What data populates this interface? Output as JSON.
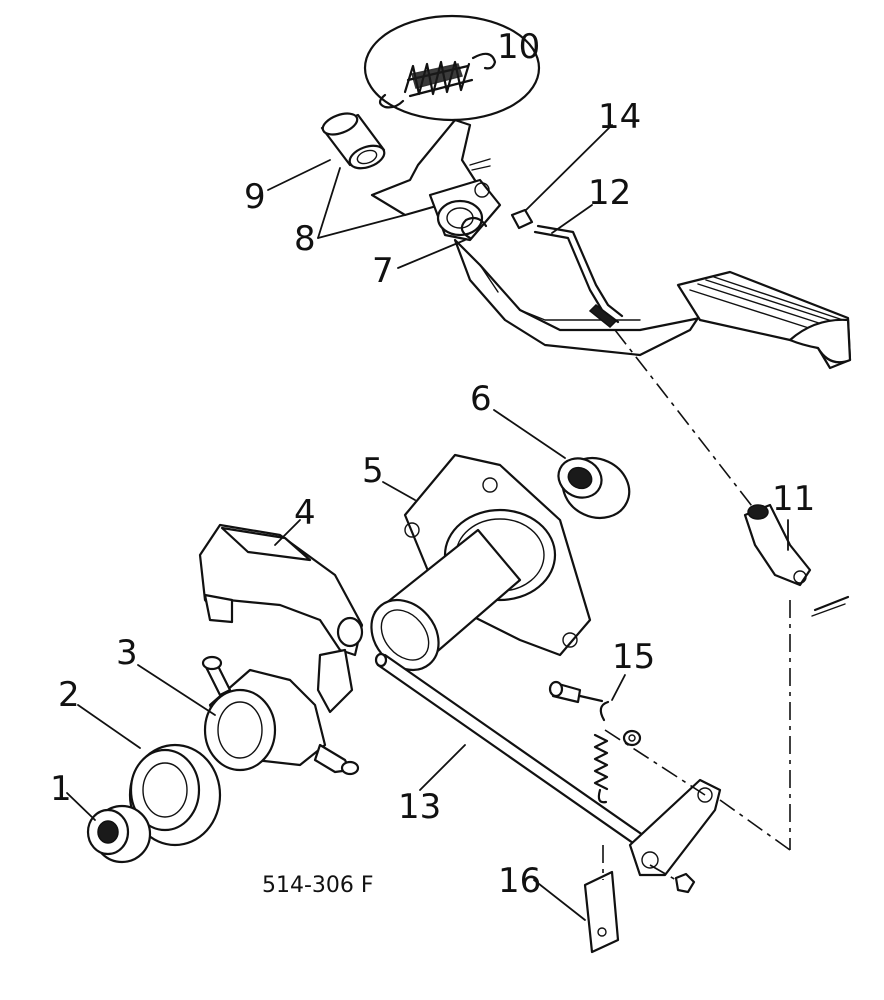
{
  "drawing_code": "514-306 F",
  "callouts": [
    {
      "id": "c1",
      "label": "1"
    },
    {
      "id": "c2",
      "label": "2"
    },
    {
      "id": "c3",
      "label": "3"
    },
    {
      "id": "c4",
      "label": "4"
    },
    {
      "id": "c5",
      "label": "5"
    },
    {
      "id": "c6",
      "label": "6"
    },
    {
      "id": "c7",
      "label": "7"
    },
    {
      "id": "c8",
      "label": "8"
    },
    {
      "id": "c9",
      "label": "9"
    },
    {
      "id": "c10",
      "label": "10"
    },
    {
      "id": "c11",
      "label": "11"
    },
    {
      "id": "c12",
      "label": "12"
    },
    {
      "id": "c13",
      "label": "13"
    },
    {
      "id": "c14",
      "label": "14"
    },
    {
      "id": "c15",
      "label": "15"
    },
    {
      "id": "c16",
      "label": "16"
    }
  ]
}
